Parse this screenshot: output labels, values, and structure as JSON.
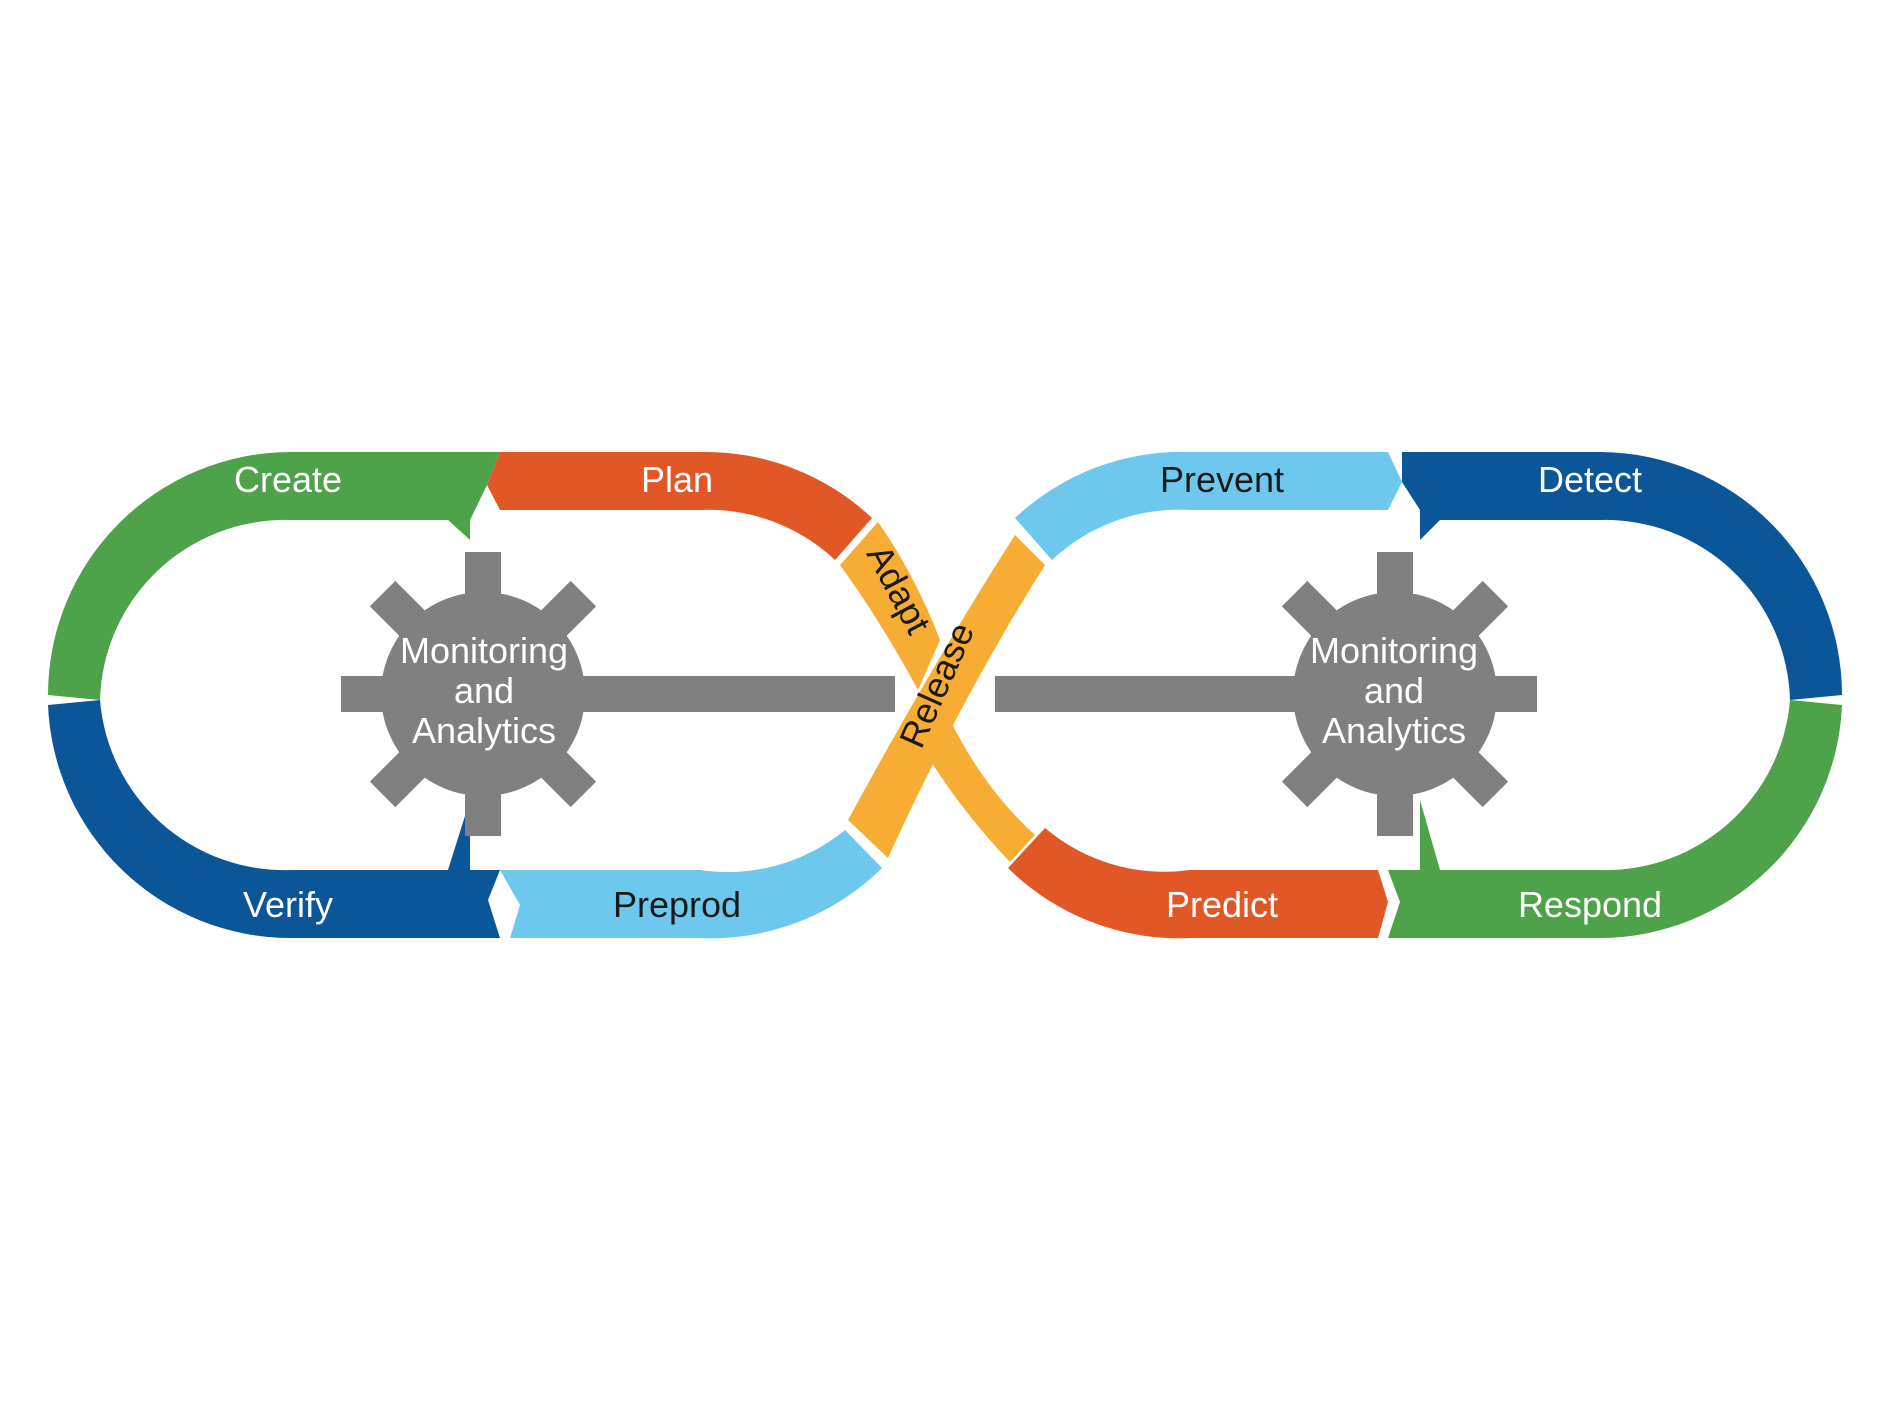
{
  "colors": {
    "green": "#4EA24A",
    "dark_blue": "#0B5599",
    "orange": "#E15726",
    "light_blue": "#6EC8EE",
    "yellow": "#F7AD33",
    "gray": "#808080",
    "white_text": "#FFFFFF",
    "dark_text": "#1A1A1A"
  },
  "left_loop": {
    "create": "Create",
    "plan": "Plan",
    "verify": "Verify",
    "preprod": "Preprod",
    "adapt": "Adapt",
    "gear": {
      "line1": "Monitoring",
      "line2": "and",
      "line3": "Analytics"
    }
  },
  "center": {
    "release": "Release"
  },
  "right_loop": {
    "prevent": "Prevent",
    "detect": "Detect",
    "predict": "Predict",
    "respond": "Respond",
    "gear": {
      "line1": "Monitoring",
      "line2": "and",
      "line3": "Analytics"
    }
  }
}
